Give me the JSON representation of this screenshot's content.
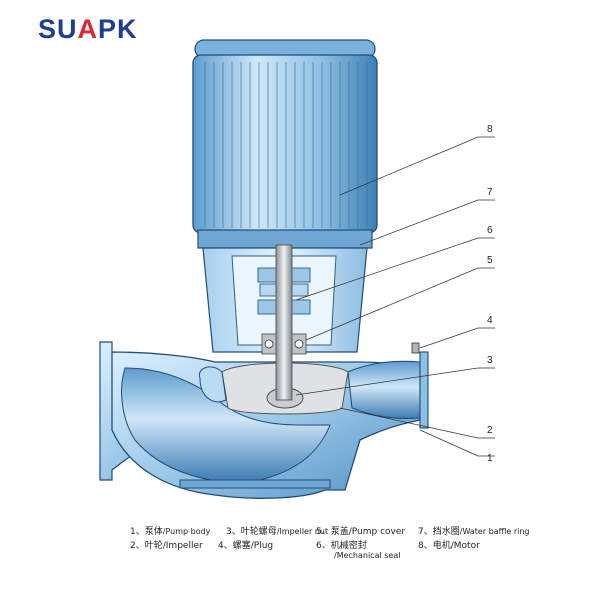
{
  "brand": {
    "logo_text": "SUAPK",
    "logo_parts": [
      "SU",
      "A",
      "PK"
    ],
    "logo_accent": "#e0262f",
    "logo_color": "#1d3f93"
  },
  "colors": {
    "body_light": "#b9dcf2",
    "body_mid": "#7fb5dc",
    "body_dark": "#3d7fb4",
    "outline": "#1f4d7a",
    "metal": "#c9ccd0"
  },
  "callouts": [
    "8",
    "7",
    "6",
    "5",
    "4",
    "3",
    "2",
    "1"
  ],
  "legend": [
    {
      "num": "1、",
      "cn": "泵体",
      "en": "/Pump body"
    },
    {
      "num": "3、",
      "cn": "叶轮螺母",
      "en": "/Impeller nut"
    },
    {
      "num": "5、",
      "cn": "泵盖",
      "en": "/Pump cover"
    },
    {
      "num": "7、",
      "cn": "挡水圈",
      "en": "/Water baffle ring"
    },
    {
      "num": "2、",
      "cn": "叶轮",
      "en": "/Impeller"
    },
    {
      "num": "4、",
      "cn": "螺塞",
      "en": "/Plug"
    },
    {
      "num": "6、",
      "cn": "机械密封",
      "en": "/Mechanical seal"
    },
    {
      "num": "8、",
      "cn": "电机",
      "en": "/Motor"
    }
  ]
}
